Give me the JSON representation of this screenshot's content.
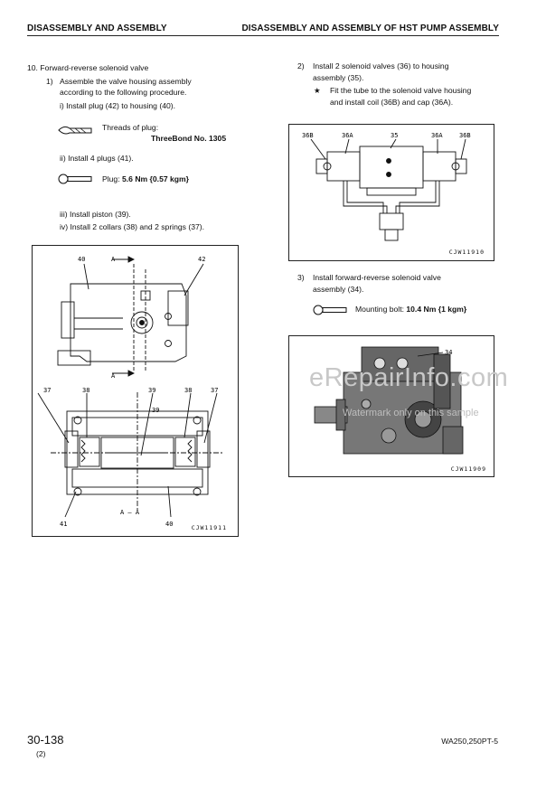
{
  "header": {
    "left": "DISASSEMBLY AND ASSEMBLY",
    "right": "DISASSEMBLY AND ASSEMBLY OF HST PUMP ASSEMBLY"
  },
  "left_col": {
    "step10": "10. Forward-reverse solenoid valve",
    "sub1_num": "1)",
    "sub1_line1": "Assemble the valve housing assembly",
    "sub1_line2": "according to the following procedure.",
    "i": "i)   Install plug (42) to housing (40).",
    "threads_label": "Threads of plug:",
    "threads_value": "ThreeBond No. 1305",
    "ii": "ii)   Install 4 plugs (41).",
    "plug_label": "Plug: ",
    "plug_value": "5.6 Nm {0.57 kgm}",
    "iii": "iii)  Install piston (39).",
    "iv": "iv)  Install 2 collars (38) and 2 springs (37)."
  },
  "right_col": {
    "s2_num": "2)",
    "s2_line1": "Install 2 solenoid valves (36) to housing",
    "s2_line2": "assembly (35).",
    "star": "★",
    "s2_note1": "Fit the tube to the solenoid valve housing",
    "s2_note2": "and install coil (36B) and cap (36A).",
    "s3_num": "3)",
    "s3_line1": "Install forward-reverse solenoid valve",
    "s3_line2": "assembly (34).",
    "bolt_label": "Mounting bolt: ",
    "bolt_value": "10.4 Nm {1 kgm}"
  },
  "fig_left": {
    "caption": "CJW11911",
    "labels": [
      "40",
      "A",
      "42",
      "A",
      "37",
      "38",
      "39",
      "38",
      "37",
      "39",
      "A – A",
      "41",
      "40"
    ]
  },
  "fig_sol": {
    "caption": "CJW11910",
    "labels": [
      "36B",
      "36A",
      "35",
      "36A",
      "36B"
    ]
  },
  "fig_pump": {
    "caption": "CJW11909",
    "labels": [
      "34"
    ]
  },
  "watermark": {
    "big": "eRepairInfo.com",
    "small": "Watermark only on this sample"
  },
  "footer": {
    "page": "30-138",
    "rev": "(2)",
    "model": "WA250,250PT-5"
  }
}
